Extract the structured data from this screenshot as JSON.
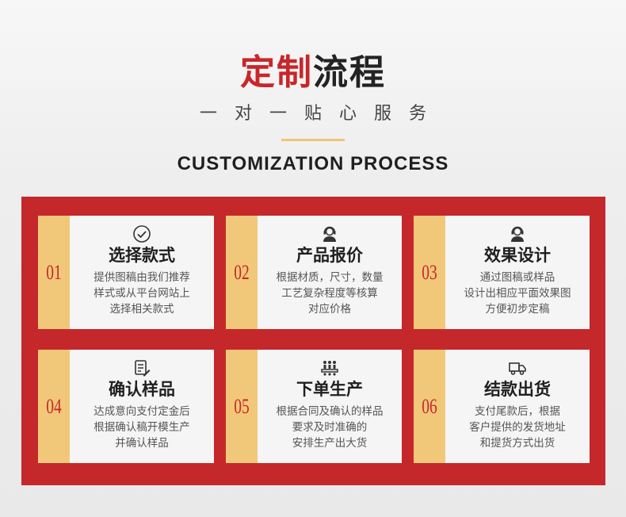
{
  "header": {
    "title_red": "定制",
    "title_black": "流程",
    "subtitle": "一对一贴心服务",
    "title_en": "CUSTOMIZATION PROCESS"
  },
  "colors": {
    "brand_red": "#c4282b",
    "accent_gold": "#f1c879",
    "card_bg": "#f5f5f5"
  },
  "steps": [
    {
      "num": "01",
      "icon": "check-circle-icon",
      "title": "选择款式",
      "desc": "提供图稿由我们推荐\n样式或从平台网站上\n选择相关款式"
    },
    {
      "num": "02",
      "icon": "headset-agent-icon",
      "title": "产品报价",
      "desc": "根据材质，尺寸，数量\n工艺复杂程度等核算\n对应价格"
    },
    {
      "num": "03",
      "icon": "headset-agent-icon",
      "title": "效果设计",
      "desc": "通过图稿或样品\n设计出相应平面效果图\n方便初步定稿"
    },
    {
      "num": "04",
      "icon": "document-edit-icon",
      "title": "确认样品",
      "desc": "达成意向支付定金后\n根据确认稿开模生产\n并确认样品"
    },
    {
      "num": "05",
      "icon": "production-line-icon",
      "title": "下单生产",
      "desc": "根据合同及确认的样品\n要求及时准确的\n安排生产出大货"
    },
    {
      "num": "06",
      "icon": "delivery-truck-icon",
      "title": "结款出货",
      "desc": "支付尾款后，根据\n客户提供的发货地址\n和提货方式出货"
    }
  ]
}
